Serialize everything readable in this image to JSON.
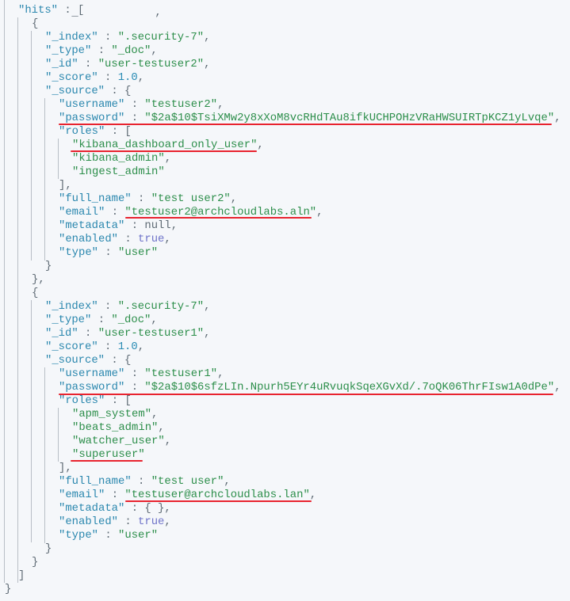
{
  "viewer": {
    "partial_top_line": {
      "left": "_",
      "right": ","
    },
    "hits_key": "\"hits\"",
    "highlight_color": "#e8232f",
    "hits": [
      {
        "_index": "\".security-7\"",
        "_type": "\"_doc\"",
        "_id": "\"user-testuser2\"",
        "_score": "1.0",
        "_source": {
          "username": "\"testuser2\"",
          "password": "\"$2a$10$TsiXMw2y8xXoM8vcRHdTAu8ifkUCHPOHzVRaHWSUIRTpKCZ1yLvqe\"",
          "roles": [
            "\"kibana_dashboard_only_user\"",
            "\"kibana_admin\"",
            "\"ingest_admin\""
          ],
          "full_name": "\"test user2\"",
          "email": "\"testuser2@archcloudlabs.aln\"",
          "metadata": "null",
          "enabled": "true",
          "type": "\"user\""
        }
      },
      {
        "_index": "\".security-7\"",
        "_type": "\"_doc\"",
        "_id": "\"user-testuser1\"",
        "_score": "1.0",
        "_source": {
          "username": "\"testuser1\"",
          "password": "\"$2a$10$6sfzLIn.Npurh5EYr4uRvuqkSqeXGvXd/.7oQK06ThrFIsw1A0dPe\"",
          "roles": [
            "\"apm_system\"",
            "\"beats_admin\"",
            "\"watcher_user\"",
            "\"superuser\""
          ],
          "full_name": "\"test user\"",
          "email": "\"testuser@archcloudlabs.lan\"",
          "metadata": "{ }",
          "enabled": "true",
          "type": "\"user\""
        }
      }
    ],
    "keys": {
      "index": "\"_index\"",
      "type_meta": "\"_type\"",
      "id": "\"_id\"",
      "score": "\"_score\"",
      "source": "\"_source\"",
      "username": "\"username\"",
      "password": "\"password\"",
      "roles": "\"roles\"",
      "full_name": "\"full_name\"",
      "email": "\"email\"",
      "metadata": "\"metadata\"",
      "enabled": "\"enabled\"",
      "type": "\"type\""
    },
    "punct": {
      "colon": " : ",
      "comma": ",",
      "open_brace": "{",
      "close_brace": "}",
      "close_brace_comma": "},",
      "open_bracket": "[",
      "close_bracket": "]",
      "close_bracket_comma": "],"
    }
  }
}
